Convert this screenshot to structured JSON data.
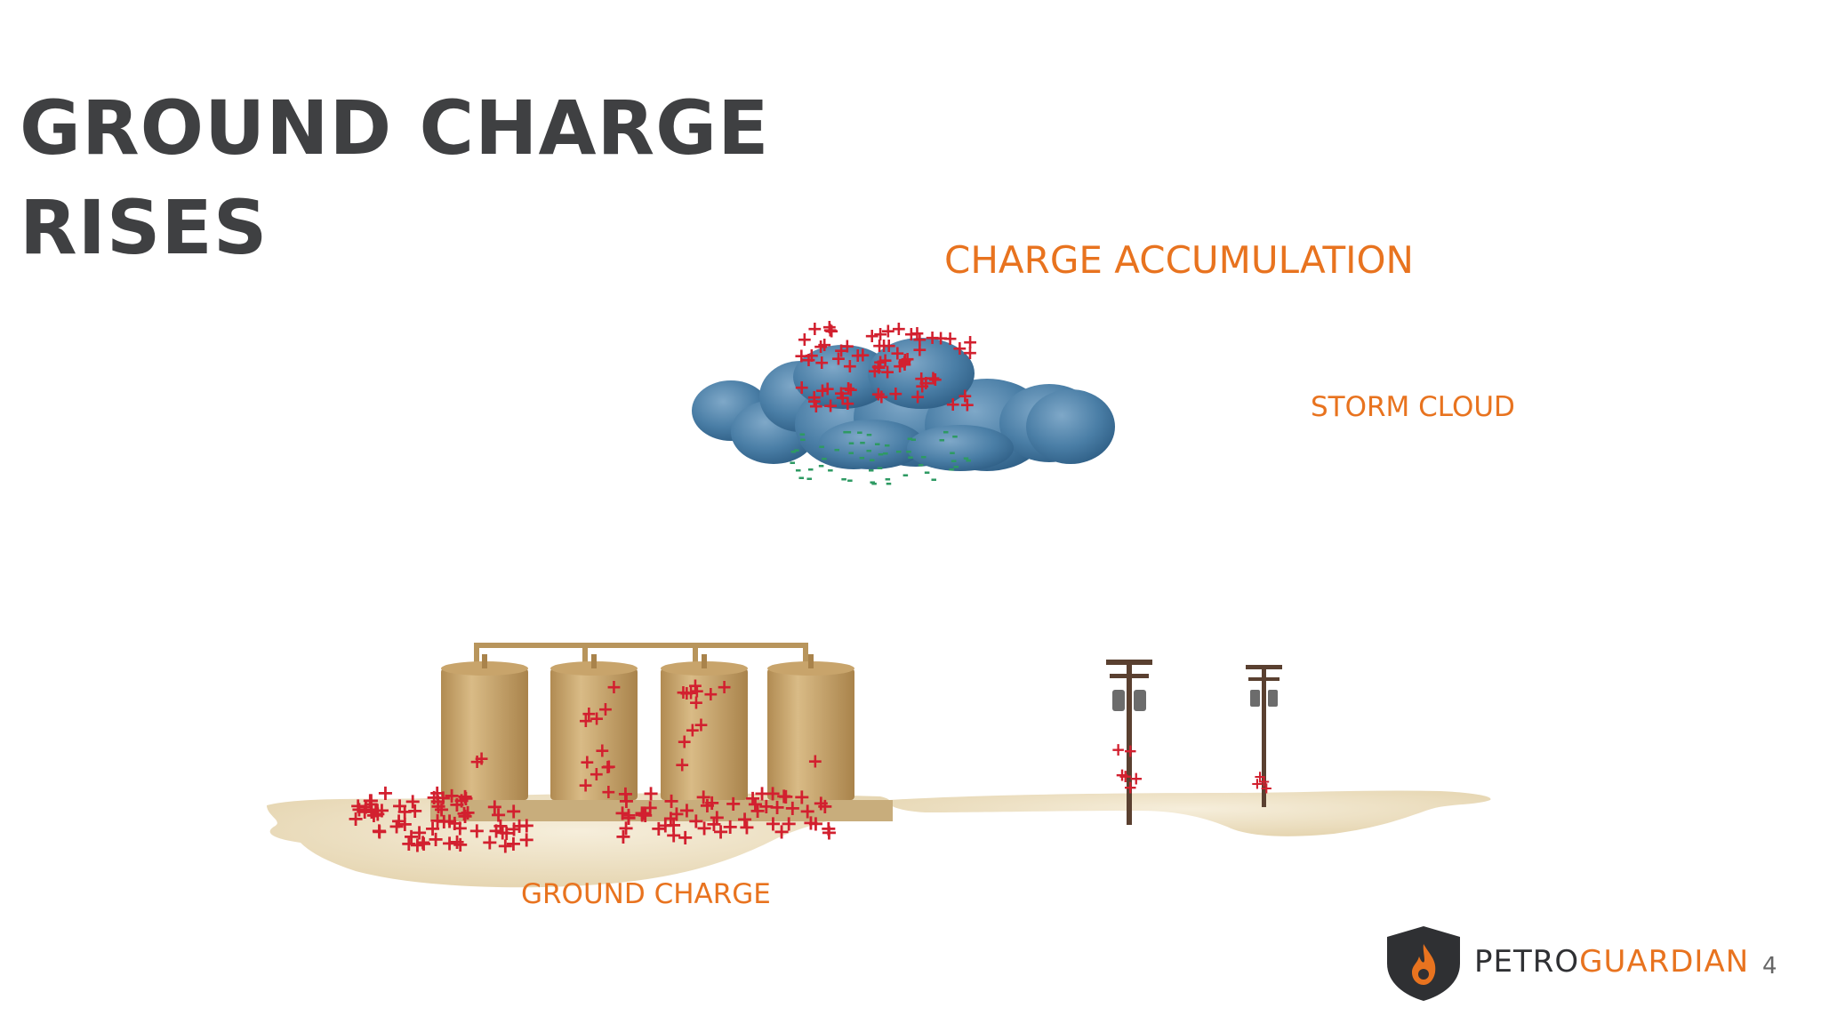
{
  "slide": {
    "title_line1": "GROUND CHARGE",
    "title_line2": "RISES",
    "page_number": "4"
  },
  "diagram": {
    "accumulation_label": "CHARGE ACCUMULATION",
    "cloud_label": "STORM CLOUD",
    "ground_label": "GROUND CHARGE",
    "positive_symbol": "+",
    "negative_symbol": "-",
    "colors": {
      "positive_charge": "#d2202f",
      "negative_charge": "#2e9a63",
      "cloud": "#4a7ea6",
      "tank": "#c9a56d",
      "ground": "#eee2c7",
      "label": "#e8731f",
      "title": "#3f4042"
    }
  },
  "logo": {
    "brand_part1": "PETRO",
    "brand_part2": "GUARDIAN",
    "icon": "flame-shield-icon"
  }
}
